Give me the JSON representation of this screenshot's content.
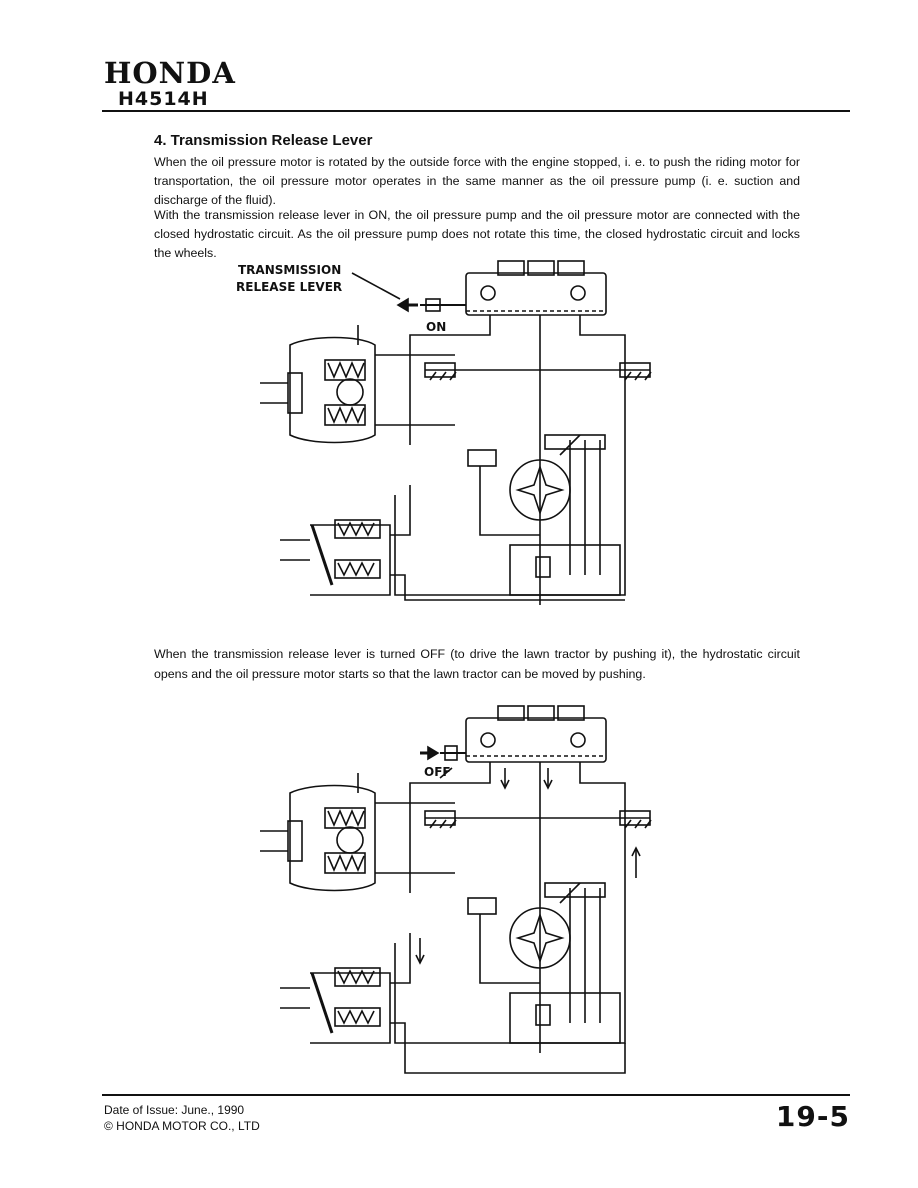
{
  "header": {
    "brand": "HONDA",
    "model": "H4514H"
  },
  "section": {
    "title": "4.  Transmission Release Lever",
    "paragraph_1": "When the oil pressure motor is rotated by the outside force with the engine stopped, i. e. to push the riding motor for transportation, the oil pressure motor operates in the same manner as the oil pressure pump (i. e. suction and discharge of the fluid).",
    "paragraph_2": "With the transmission release lever in ON, the oil pressure pump and the oil pressure motor are connected with the closed hydrostatic circuit. As the oil pressure pump does not rotate this time, the closed hydrostatic circuit and locks the wheels.",
    "paragraph_3": "When the transmission release lever is turned OFF (to drive the lawn tractor by pushing it), the hydrostatic circuit opens and the oil pressure motor starts so that the lawn tractor can be moved by pushing."
  },
  "diagram_on": {
    "label_line1": "TRANSMISSION",
    "label_line2": "RELEASE LEVER",
    "position_label": "ON"
  },
  "diagram_off": {
    "position_label": "OFF"
  },
  "footer": {
    "issue_date": "Date of Issue: June., 1990",
    "copyright": "© HONDA MOTOR CO., LTD",
    "page_number": "19-5"
  }
}
